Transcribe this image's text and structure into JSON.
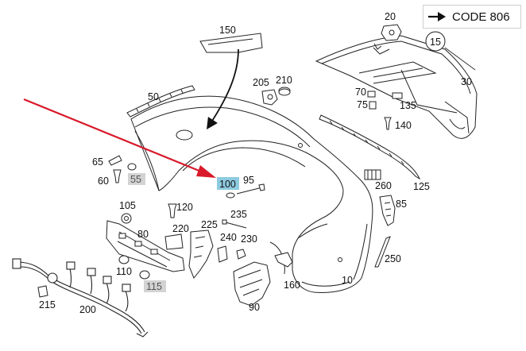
{
  "header": {
    "code_label": "CODE 806"
  },
  "callouts": {
    "c10": "10",
    "c15": "15",
    "c20": "20",
    "c30": "30",
    "c50": "50",
    "c55": "55",
    "c60": "60",
    "c65": "65",
    "c70": "70",
    "c75": "75",
    "c80": "80",
    "c85": "85",
    "c90": "90",
    "c95": "95",
    "c100": "100",
    "c105": "105",
    "c110": "110",
    "c115": "115",
    "c120": "120",
    "c125": "125",
    "c135": "135",
    "c140": "140",
    "c150": "150",
    "c160": "160",
    "c200": "200",
    "c205": "205",
    "c210": "210",
    "c215": "215",
    "c220": "220",
    "c225": "225",
    "c230": "230",
    "c235": "235",
    "c240": "240",
    "c250": "250",
    "c260": "260"
  },
  "colors": {
    "highlight_blue": "#8ecbe0",
    "highlight_grey": "#d3d3d3",
    "pointer_red": "#d8192a",
    "line": "#222222"
  },
  "icons": {
    "code_arrow": "right-arrow-icon",
    "pointer": "red-pointer-arrow"
  }
}
